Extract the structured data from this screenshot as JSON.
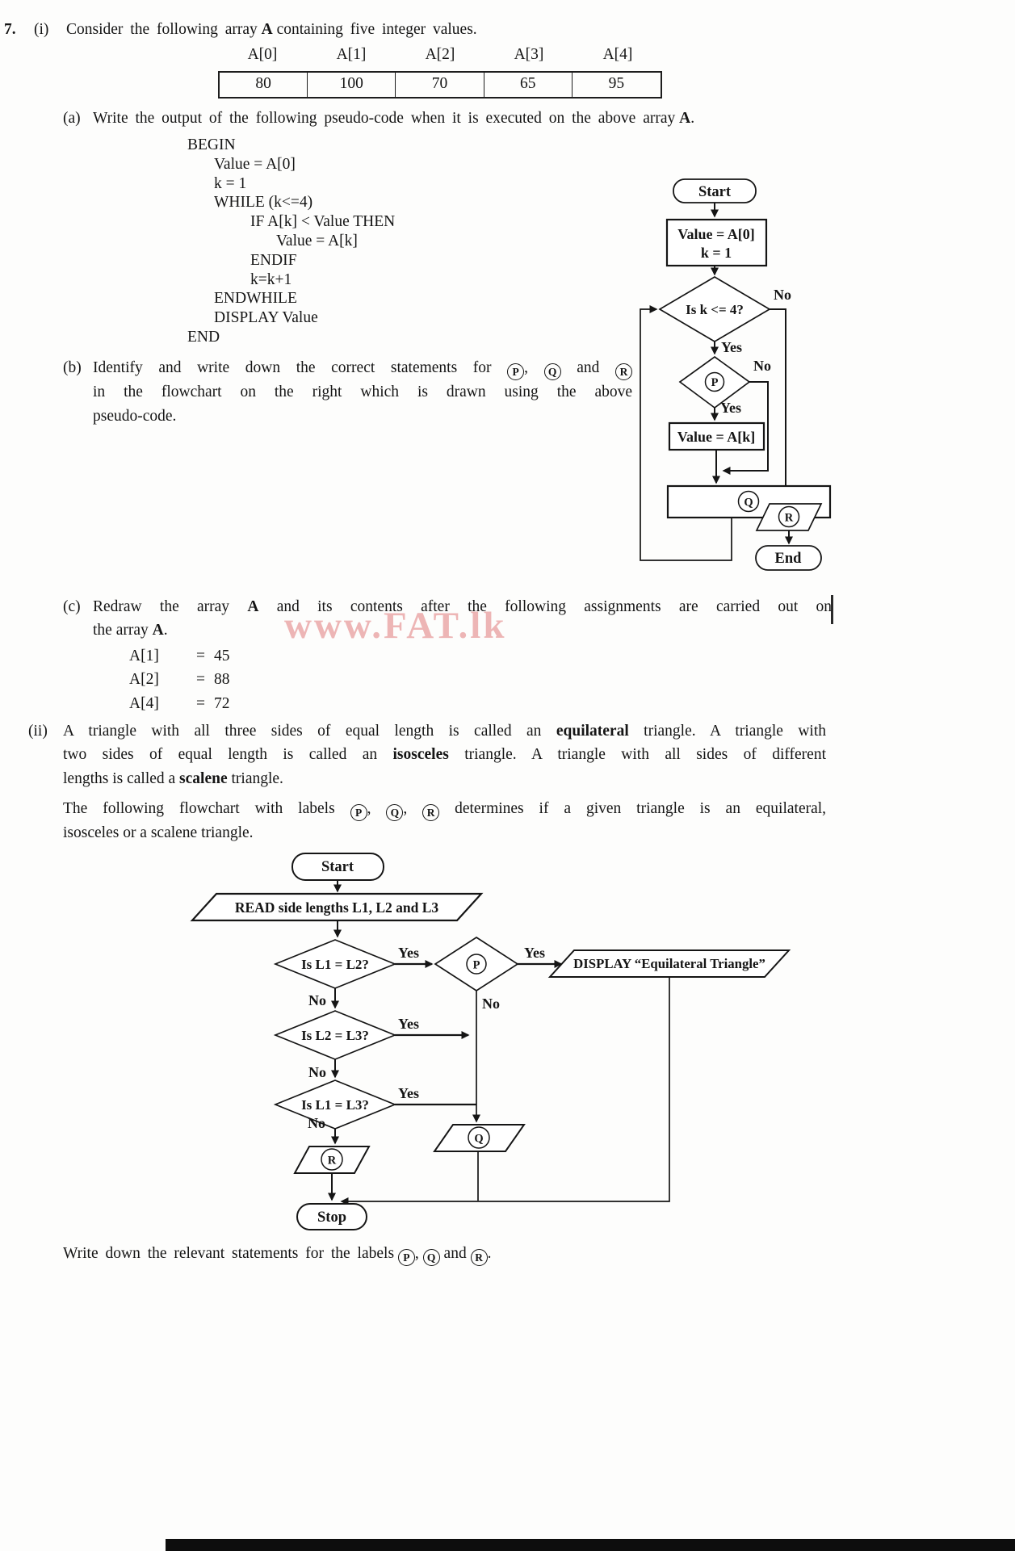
{
  "colors": {
    "ink": "#151515",
    "watermark": "#e07a7a"
  },
  "title": {
    "number": "7.",
    "part": "(i)",
    "text_a": "Consider the following array",
    "array_bold": "A",
    "text_b": "containing five integer values."
  },
  "array_table": {
    "headers": [
      "A[0]",
      "A[1]",
      "A[2]",
      "A[3]",
      "A[4]"
    ],
    "values": [
      "80",
      "100",
      "70",
      "65",
      "95"
    ]
  },
  "part_a": {
    "label": "(a)",
    "text": "Write the output of the following pseudo-code when it is executed on the above array",
    "bold": "A",
    "period": "."
  },
  "pseudocode": [
    "BEGIN",
    "Value = A[0]",
    "k = 1",
    "WHILE (k<=4)",
    "IF A[k] < Value THEN",
    "Value = A[k]",
    "ENDIF",
    "k=k+1",
    "ENDWHILE",
    "DISPLAY Value",
    "END"
  ],
  "part_b": {
    "label": "(b)",
    "l1a": "Identify and write down the correct statements for",
    "p": "P",
    "c1": ",",
    "q": "Q",
    "c2": "and",
    "r": "R",
    "l2": "in the flowchart on the right which is drawn using the above",
    "l3": "pseudo-code."
  },
  "flowchart1": {
    "start": "Start",
    "init1": "Value = A[0]",
    "init2": "k = 1",
    "cond": "Is k <= 4?",
    "yes": "Yes",
    "no": "No",
    "p": "P",
    "assign": "Value = A[k]",
    "q": "Q",
    "r": "R",
    "end": "End"
  },
  "part_c": {
    "label": "(c)",
    "l1a": "Redraw the array",
    "b1": "A",
    "l1b": "and its contents after the following assignments are carried out on",
    "l2a": "the array",
    "b2": "A",
    "period": ".",
    "assignments": [
      {
        "name": "A[1]",
        "eq": "=",
        "val": "45"
      },
      {
        "name": "A[2]",
        "eq": "=",
        "val": "88"
      },
      {
        "name": "A[4]",
        "eq": "=",
        "val": "72"
      }
    ]
  },
  "watermark": {
    "text": "www.FAT.lk"
  },
  "part_ii": {
    "label": "(ii)",
    "l1a": "A triangle with all three sides of equal length is called an",
    "b1": "equilateral",
    "l1b": "triangle. A triangle with",
    "l2a": "two sides of equal length is called an",
    "b2": "isosceles",
    "l2b": "triangle. A triangle with all sides of different",
    "l3a": "lengths is called a",
    "b3": "scalene",
    "l3b": "triangle.",
    "p2a": "The following flowchart with labels",
    "p": "P",
    "s1": ",",
    "q": "Q",
    "s2": ",",
    "r": "R",
    "p2b": "determines if a given triangle is an equilateral,",
    "p2c": "isosceles or a scalene triangle."
  },
  "flowchart2": {
    "start": "Start",
    "read": "READ side lengths L1, L2 and L3",
    "d1": "Is L1 = L2?",
    "d2": "Is L2 = L3?",
    "d3": "Is L1 = L3?",
    "display": "DISPLAY “Equilateral Triangle”",
    "p": "P",
    "q": "Q",
    "r": "R",
    "stop": "Stop",
    "yes": "Yes",
    "no": "No"
  },
  "footer": {
    "a": "Write down the relevant statements for the labels",
    "p": "P",
    "s1": ",",
    "q": "Q",
    "s2": "and",
    "r": "R",
    "period": "."
  }
}
